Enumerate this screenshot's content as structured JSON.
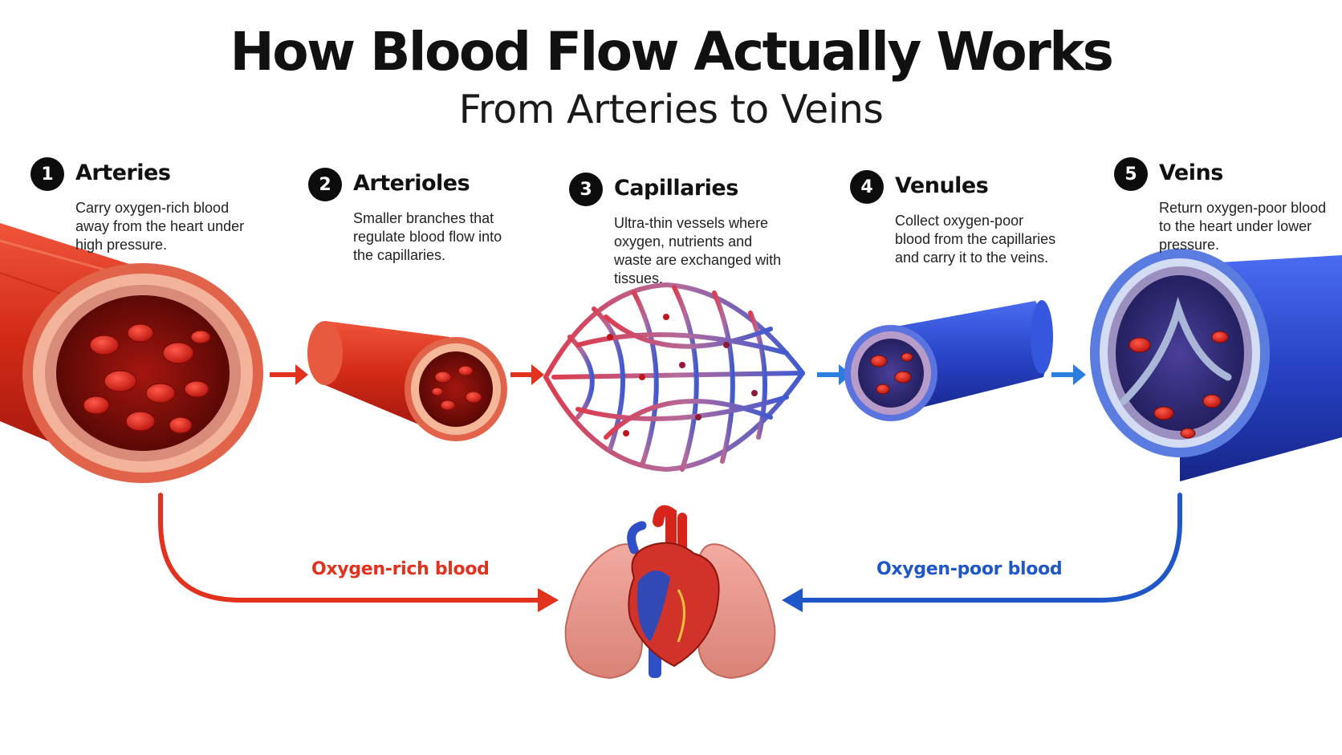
{
  "title": "How Blood Flow Actually Works",
  "subtitle": "From Arteries to Veins",
  "steps": [
    {
      "number": "1",
      "name": "Arteries",
      "description": "Carry oxygen-rich blood away from the heart under high pressure.",
      "color": "#d9301f"
    },
    {
      "number": "2",
      "name": "Arterioles",
      "description": "Smaller branches that regulate blood flow into the capillaries.",
      "color": "#de3a26"
    },
    {
      "number": "3",
      "name": "Capillaries",
      "description": "Ultra-thin vessels where oxygen, nutrients and waste are exchanged with tissues.",
      "color": "#8a4fa6"
    },
    {
      "number": "4",
      "name": "Venules",
      "description": "Collect oxygen-poor blood from the capillaries and carry it to the veins.",
      "color": "#3a45c8"
    },
    {
      "number": "5",
      "name": "Veins",
      "description": "Return oxygen-poor blood to the heart under lower pressure.",
      "color": "#2a4fc2"
    }
  ],
  "flows": {
    "oxygen_rich": {
      "label": "Oxygen-rich blood",
      "color": "#e2311d"
    },
    "oxygen_poor": {
      "label": "Oxygen-poor blood",
      "color": "#1f57c9"
    }
  },
  "icons": {
    "flow_arrow_red": "arrow-right-icon",
    "flow_arrow_blue": "arrow-right-icon",
    "heart": "heart-icon",
    "lungs": "lungs-icon"
  }
}
